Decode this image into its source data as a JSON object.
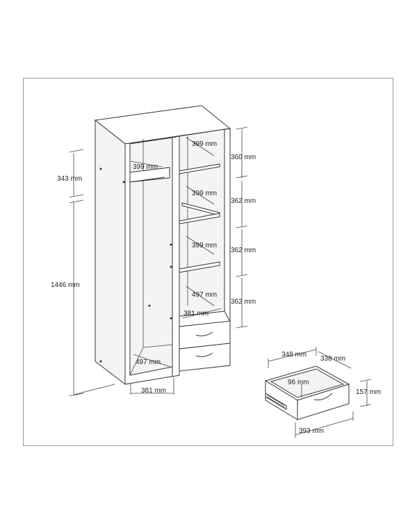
{
  "wardrobe": {
    "total_height": "1446 mm",
    "rail_height": "343 mm",
    "width": "381 mm",
    "depth_bottom": "497 mm",
    "rail_depth": "399 mm",
    "shelf_depth_1": "399 mm",
    "shelf_depth_2": "399 mm",
    "shelf_depth_3": "399 mm",
    "right_depth": "497 mm",
    "right_width": "381 mm",
    "gap_1": "360 mm",
    "gap_2": "362 mm",
    "gap_3": "362 mm",
    "gap_4": "362 mm"
  },
  "drawer": {
    "width_inner": "348 mm",
    "depth": "338 mm",
    "inner_height": "96 mm",
    "height": "157 mm",
    "width": "393 mm"
  }
}
